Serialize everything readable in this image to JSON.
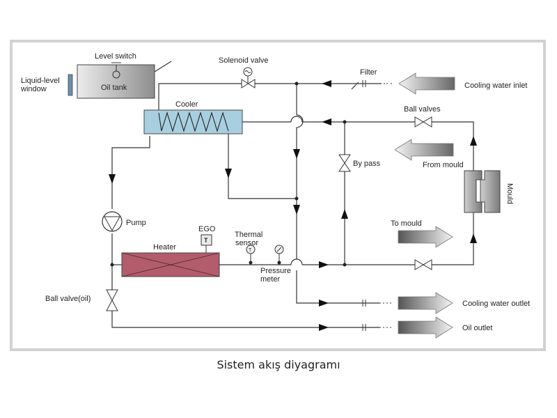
{
  "labels": {
    "level_switch": "Level switch",
    "liquid_level_window_1": "Liquid-level",
    "liquid_level_window_2": "window",
    "oil_tank": "Oil tank",
    "solenoid_valve": "Solenoid valve",
    "filter": "Filter",
    "cooling_water_inlet": "Cooling water inlet",
    "cooler": "Cooler",
    "ball_valves": "Ball valves",
    "by_pass": "By pass",
    "from_mould": "From mould",
    "mould": "Mould",
    "pump": "Pump",
    "ego": "EGO",
    "ego_symbol": "T",
    "thermal_sensor_1": "Thermal",
    "thermal_sensor_2": "sensor",
    "thermal_symbol": "T",
    "heater": "Heater",
    "pressure_meter_1": "Pressure",
    "pressure_meter_2": "meter",
    "to_mould": "To mould",
    "ball_valve_oil": "Ball valve(oil)",
    "cooling_water_outlet": "Cooling water outlet",
    "oil_outlet": "Oil outlet"
  },
  "caption": "Sistem akış diyagramı"
}
